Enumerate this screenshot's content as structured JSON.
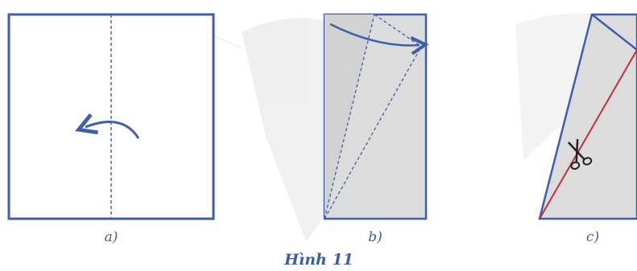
{
  "figure": {
    "caption": "Hình 11",
    "panels": [
      {
        "id": "a",
        "label": "a)"
      },
      {
        "id": "b",
        "label": "b)"
      },
      {
        "id": "c",
        "label": "c)"
      }
    ]
  },
  "colors": {
    "outline": "#3f5fa8",
    "fill_grey": "#dcdcdc",
    "cut_line": "#c0303a",
    "dashed": "#3f5fa8",
    "watermark": "#e9e9e9",
    "caption": "#3b5fa6"
  },
  "icons": {
    "fold_arrow": "curved-arrow-icon",
    "scissors": "scissors-icon"
  }
}
